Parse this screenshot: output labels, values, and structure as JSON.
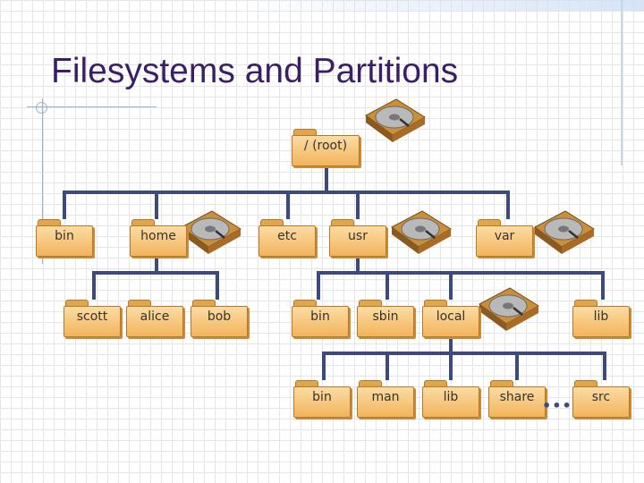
{
  "slide": {
    "title": "Filesystems and Partitions"
  },
  "tree": {
    "root": "/ (root)",
    "level1": [
      "bin",
      "home",
      "etc",
      "usr",
      "var"
    ],
    "home_children": [
      "scott",
      "alice",
      "bob"
    ],
    "usr_children": [
      "bin",
      "sbin",
      "local",
      "lib"
    ],
    "level3": [
      "bin",
      "man",
      "lib",
      "share",
      "src"
    ],
    "ellipsis": "•••"
  },
  "icons": {
    "folder": "folder-icon",
    "disk": "hard-drive-icon"
  },
  "colors": {
    "title": "#3b1f66",
    "connector": "#3c4a7c",
    "folder": "#f2b45c"
  }
}
